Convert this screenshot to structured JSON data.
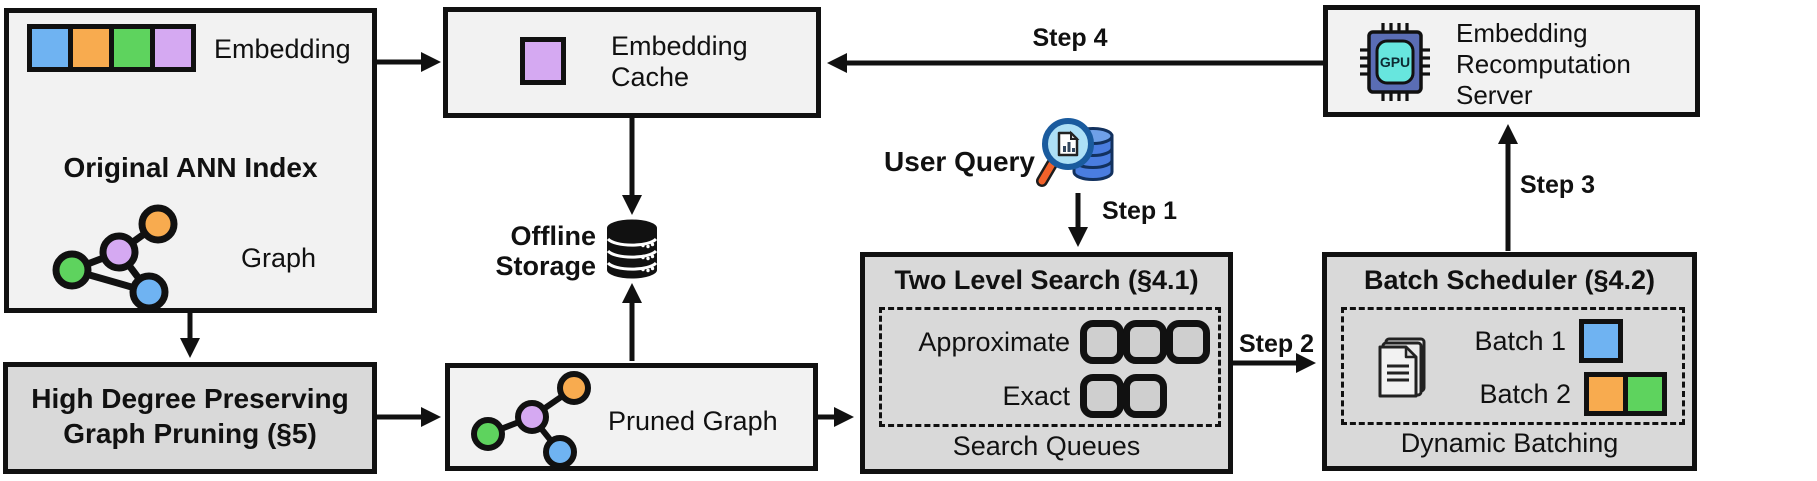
{
  "nodes": {
    "original_index": {
      "title": "Original ANN Index",
      "embedding_label": "Embedding",
      "graph_label": "Graph",
      "embedding_colors": [
        "#6fb3f2",
        "#f8ab4f",
        "#5ed35e",
        "#d5a9f2"
      ]
    },
    "embedding_cache": {
      "label_line1": "Embedding",
      "label_line2": "Cache"
    },
    "recomputation_server": {
      "label_line1": "Embedding",
      "label_line2": "Recomputation",
      "label_line3": "Server",
      "chip_label": "GPU"
    },
    "offline_storage": {
      "label_line1": "Offline",
      "label_line2": "Storage"
    },
    "user_query": {
      "label": "User Query"
    },
    "two_level_search": {
      "title": "Two Level Search (§4.1)",
      "rows": [
        {
          "label": "Approximate",
          "slots": 3
        },
        {
          "label": "Exact",
          "slots": 2
        }
      ],
      "footer": "Search Queues"
    },
    "batch_scheduler": {
      "title": "Batch Scheduler (§4.2)",
      "rows": [
        {
          "label": "Batch 1",
          "colors": [
            "#6fb3f2"
          ]
        },
        {
          "label": "Batch 2",
          "colors": [
            "#f8ab4f",
            "#5ed35e"
          ]
        }
      ],
      "footer": "Dynamic Batching"
    },
    "graph_pruning": {
      "title_line1": "High Degree Preserving",
      "title_line2": "Graph Pruning (§5)"
    },
    "pruned_graph": {
      "label": "Pruned Graph"
    }
  },
  "steps": {
    "step1": "Step 1",
    "step2": "Step 2",
    "step3": "Step 3",
    "step4": "Step 4"
  },
  "colors": {
    "node_blue": "#6fb3f2",
    "node_orange": "#f8ab4f",
    "node_green": "#5ed35e",
    "node_purple": "#d5a9f2",
    "light_box": "#f2f2f2",
    "gray_box": "#d9d9d9",
    "chip_body": "#5a6db5",
    "chip_core": "#67e6de",
    "query_db_blue": "#4a7de0",
    "lens_blue": "#ade0f6",
    "handle_orange": "#f2622a",
    "line_black": "#111111"
  }
}
